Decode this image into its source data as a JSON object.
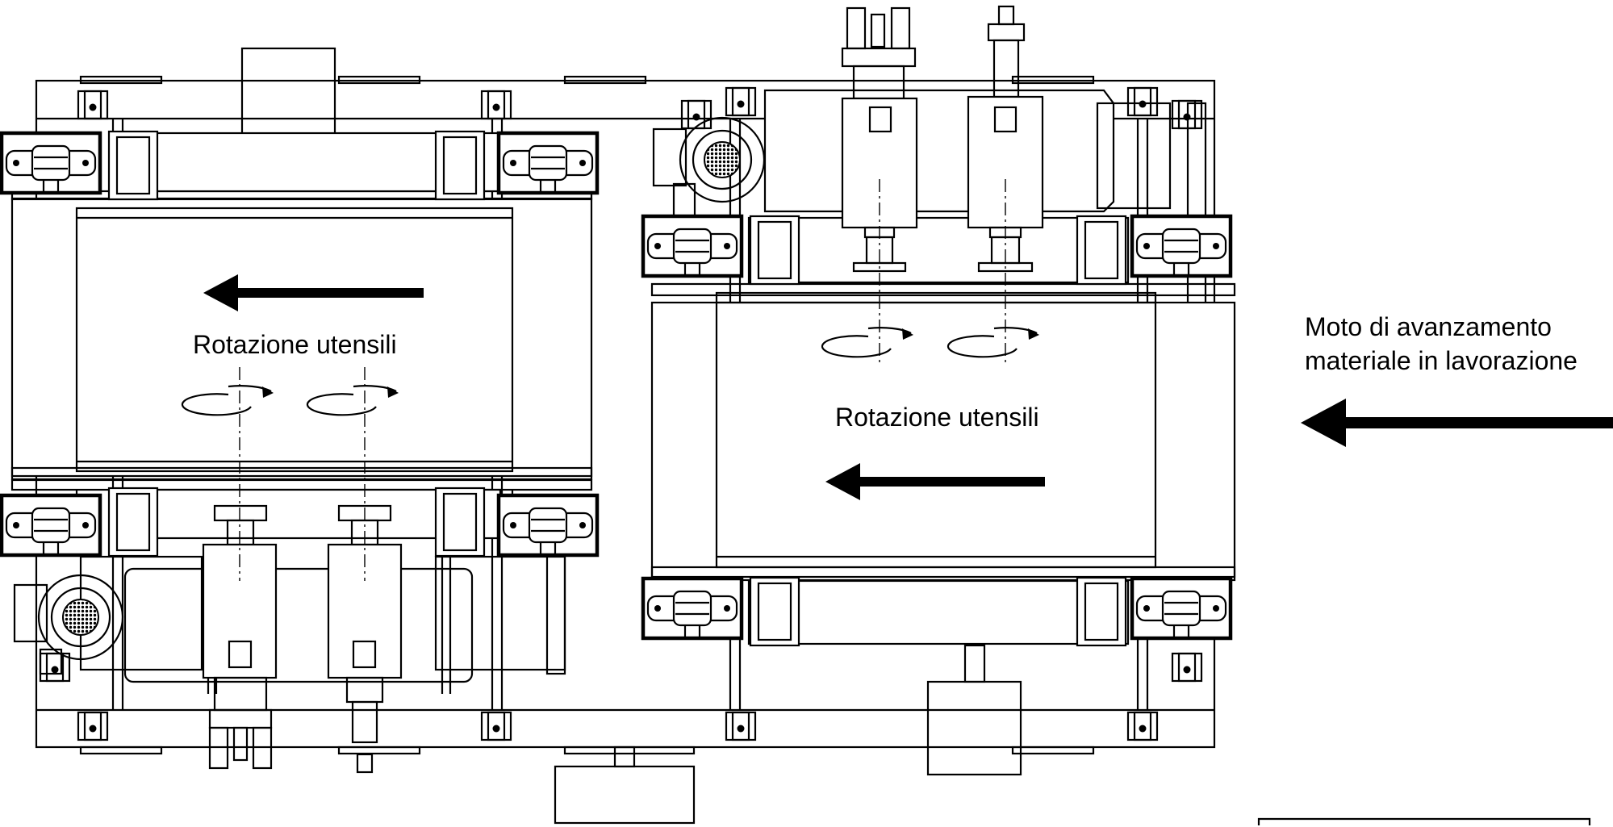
{
  "labels": {
    "feed_direction_line1": "Moto di avanzamento",
    "feed_direction_line2": "materiale in lavorazione",
    "tool_rotation_left": "Rotazione utensili",
    "tool_rotation_right": "Rotazione utensili"
  }
}
